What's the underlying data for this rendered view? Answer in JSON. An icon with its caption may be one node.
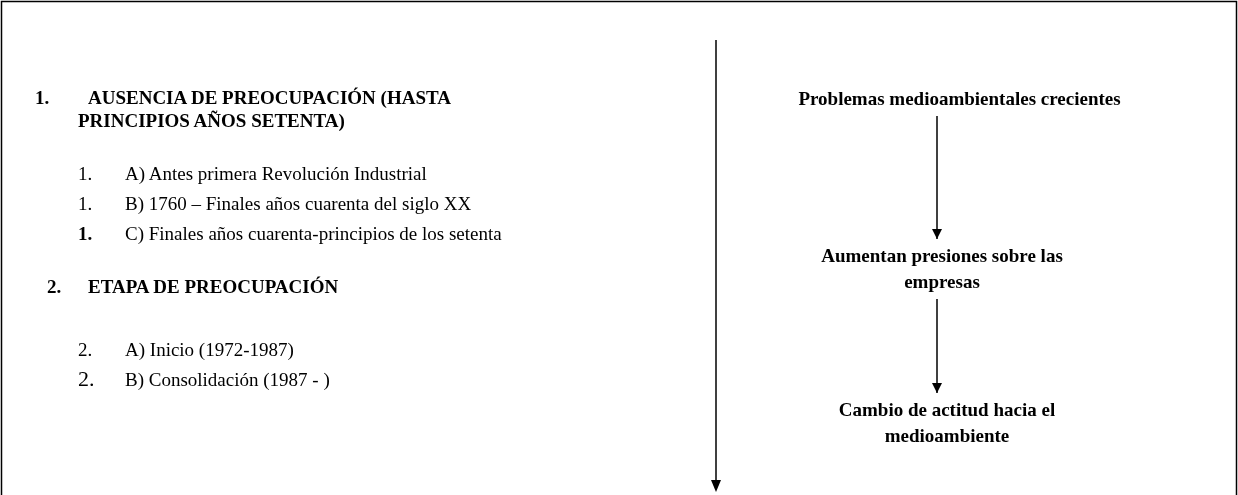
{
  "diagram": {
    "nodes": [
      {
        "text": [
          "Problemas medioambientales crecientes"
        ]
      },
      {
        "text": [
          "Aumentan presiones sobre las empresas"
        ]
      },
      {
        "text": [
          "Cambio de actitud hacia el medioambiente"
        ]
      }
    ],
    "edges": [
      {
        "from": 0,
        "to": 1,
        "arrow": "to"
      },
      {
        "from": 1,
        "to": 2,
        "arrow": "to"
      }
    ],
    "labels": [
      "1.",
      "AUSENCIA DE PREOCUPACIÓN (HASTA PRINCIPIOS AÑOS SETENTA)",
      "1.",
      "A) Antes primera Revolución Industrial",
      "1.",
      "B) 1760 – Finales años cuarenta del siglo XX",
      "1.",
      "C) Finales años cuarenta-principios de los setenta",
      "2.",
      "ETAPA DE PREOCUPACIÓN",
      "2.",
      "A) Inicio (1972-1987)",
      "2.",
      "B) Consolidación (1987 - )"
    ]
  }
}
